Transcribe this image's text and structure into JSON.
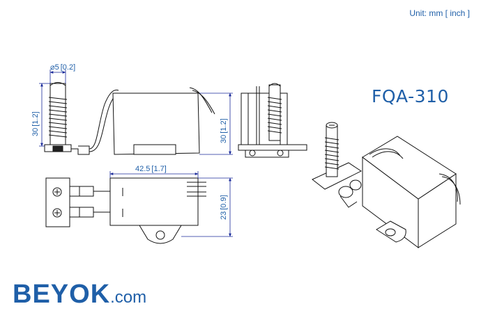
{
  "header": {
    "unit_label": "Unit: mm [ inch ]"
  },
  "model": {
    "name": "FQA-310"
  },
  "brand": {
    "name": "BEYOK",
    "domain": ".com"
  },
  "dimensions": {
    "diameter": {
      "symbol": "⌀",
      "value": "5",
      "inch": "[0.2]"
    },
    "rod_height": {
      "value": "30",
      "inch": "[1.2]"
    },
    "body_height": {
      "value": "30",
      "inch": "[1.2]"
    },
    "body_width": {
      "value": "42.5",
      "inch": "[1.7]"
    },
    "body_depth": {
      "value": "23",
      "inch": "[0.9]"
    }
  },
  "colors": {
    "accent": "#1f5fa8",
    "dimension": "#1a2a9a",
    "line": "#111111"
  }
}
